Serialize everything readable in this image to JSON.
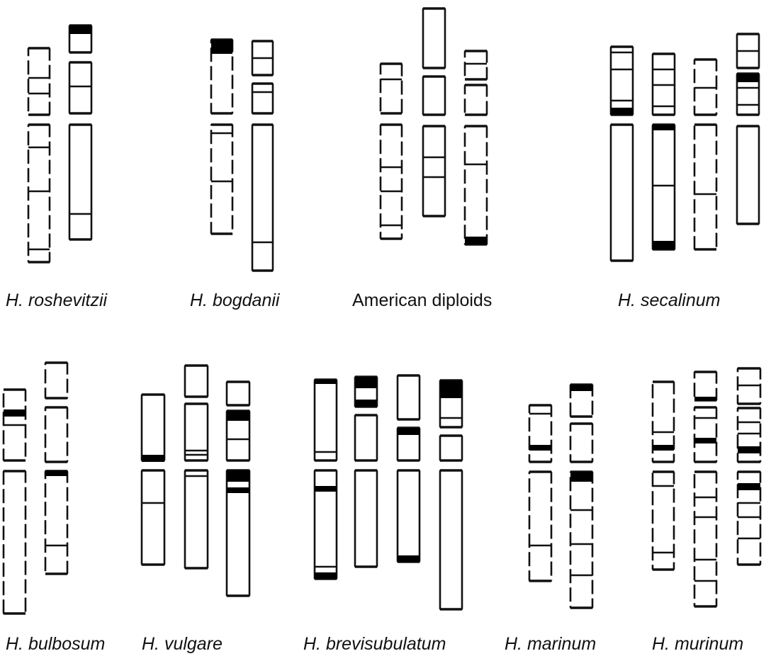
{
  "labels": {
    "roshevitzii": "H. roshevitzii",
    "bogdanii": "H. bogdanii",
    "american": "American diploids",
    "secalinum": "H. secalinum",
    "bulbosum": "H. bulbosum",
    "vulgare": "H. vulgare",
    "brevisubulatum": "H. brevisubulatum",
    "marinum": "H. marinum",
    "murinum": "H. murinum"
  },
  "colors": {
    "ink": "#111111",
    "band": "#000000",
    "background": "#ffffff"
  }
}
